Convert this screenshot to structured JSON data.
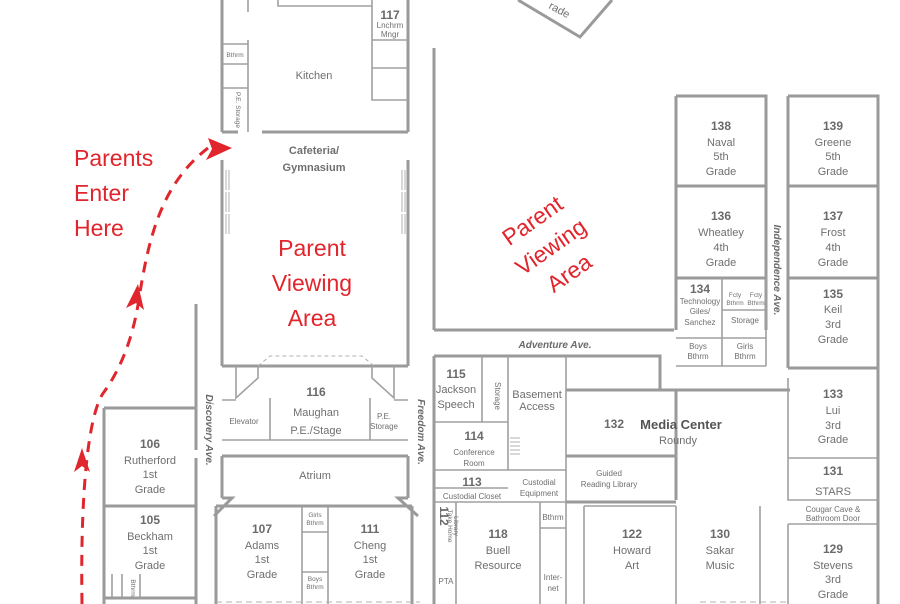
{
  "annotations": {
    "parents_enter": [
      "Parents",
      "Enter",
      "Here"
    ],
    "viewing_left": [
      "Parent",
      "Viewing",
      "Area"
    ],
    "viewing_right": [
      "Parent",
      "Viewing",
      "Area"
    ]
  },
  "streets": {
    "adventure": "Adventure Ave.",
    "discovery": "Discovery Ave.",
    "freedom": "Freedom Ave.",
    "independence": "Independence Ave."
  },
  "rooms": {
    "r117": {
      "num": "117",
      "l1": "Lnchrm",
      "l2": "Mngr"
    },
    "kitchen": "Kitchen",
    "bathroom": "Bthrm",
    "pe_storage": "P.E. Storage",
    "cafeteria": [
      "Cafeteria/",
      "Gymnasium"
    ],
    "r116": {
      "num": "116",
      "l1": "Maughan",
      "l2": "P.E./Stage"
    },
    "elevator": "Elevator",
    "pe_storage2": [
      "P.E.",
      "Storage"
    ],
    "atrium": "Atrium",
    "r106": {
      "num": "106",
      "l1": "Rutherford",
      "l2": "1st",
      "l3": "Grade"
    },
    "r105": {
      "num": "105",
      "l1": "Beckham",
      "l2": "1st",
      "l3": "Grade"
    },
    "r107": {
      "num": "107",
      "l1": "Adams",
      "l2": "1st",
      "l3": "Grade"
    },
    "r111": {
      "num": "111",
      "l1": "Cheng",
      "l2": "1st",
      "l3": "Grade"
    },
    "girls_bthrm_small": [
      "Girls",
      "Bthrm"
    ],
    "boys_bthrm_small": [
      "Boys",
      "Bthrm"
    ],
    "bthrm_small": "Bthrm",
    "r115": {
      "num": "115",
      "l1": "Jackson",
      "l2": "Speech"
    },
    "storage": "Storage",
    "basement": [
      "Basement",
      "Access"
    ],
    "r114": {
      "num": "114",
      "l1": "Conference",
      "l2": "Room"
    },
    "r113": {
      "num": "113",
      "l1": "Custodial Closet"
    },
    "custodial_equipment": [
      "Custodial",
      "Equipment"
    ],
    "r112": {
      "num": "112",
      "l1": "Take Home",
      "l2": "Library"
    },
    "pta": "PTA",
    "r118": {
      "num": "118",
      "l1": "Buell",
      "l2": "Resource"
    },
    "internet": [
      "Inter-",
      "net"
    ],
    "bthrm_118": "Bthrm",
    "r132": {
      "num": "132",
      "name": "Media Center",
      "l1": "Roundy"
    },
    "guided_reading": [
      "Guided",
      "Reading Library"
    ],
    "r122": {
      "num": "122",
      "l1": "Howard",
      "l2": "Art"
    },
    "r130": {
      "num": "130",
      "l1": "Sakar",
      "l2": "Music"
    },
    "r138": {
      "num": "138",
      "l1": "Naval",
      "l2": "5th",
      "l3": "Grade"
    },
    "r139": {
      "num": "139",
      "l1": "Greene",
      "l2": "5th",
      "l3": "Grade"
    },
    "r136": {
      "num": "136",
      "l1": "Wheatley",
      "l2": "4th",
      "l3": "Grade"
    },
    "r137": {
      "num": "137",
      "l1": "Frost",
      "l2": "4th",
      "l3": "Grade"
    },
    "r134": {
      "num": "134",
      "l1": "Technology",
      "l2": "Giles/",
      "l3": "Sanchez"
    },
    "fcty1": [
      "Fcty",
      "Bthrm"
    ],
    "fcty2": [
      "Fcty",
      "Bthrm"
    ],
    "storage_134": "Storage",
    "boys_bthrm": [
      "Boys",
      "Bthrm"
    ],
    "girls_bthrm": [
      "Girls",
      "Bthrm"
    ],
    "r135": {
      "num": "135",
      "l1": "Keil",
      "l2": "3rd",
      "l3": "Grade"
    },
    "r133": {
      "num": "133",
      "l1": "Lui",
      "l2": "3rd",
      "l3": "Grade"
    },
    "r131": {
      "num": "131",
      "l1": "STARS"
    },
    "cougar_cave": [
      "Cougar Cave &",
      "Bathroom Door"
    ],
    "r129": {
      "num": "129",
      "l1": "Stevens",
      "l2": "3rd",
      "l3": "Grade"
    },
    "grade_partial": "rade"
  }
}
